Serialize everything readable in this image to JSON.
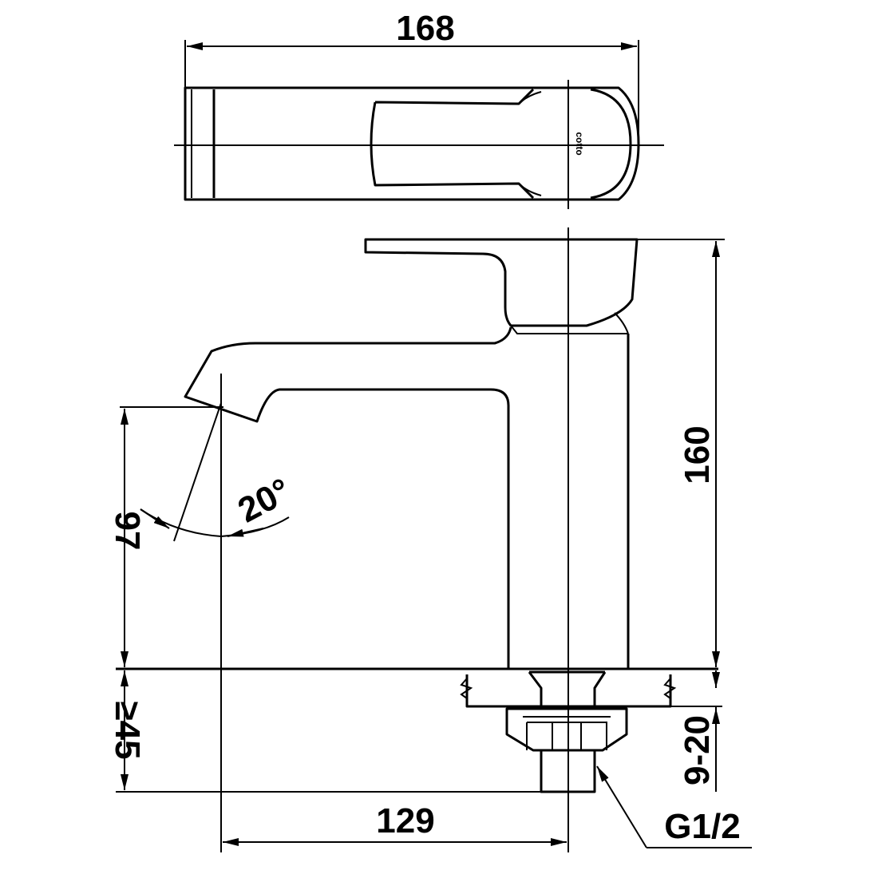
{
  "drawing": {
    "logo_text": "cotto",
    "dimensions": {
      "width_total": "168",
      "height_total": "160",
      "spout_height": "97",
      "spout_angle": "20°",
      "deck_clearance": "≥45",
      "spout_reach": "129",
      "deck_thickness": "9-20",
      "thread": "G1/2"
    },
    "colors": {
      "line": "#000000",
      "background": "#ffffff"
    }
  }
}
